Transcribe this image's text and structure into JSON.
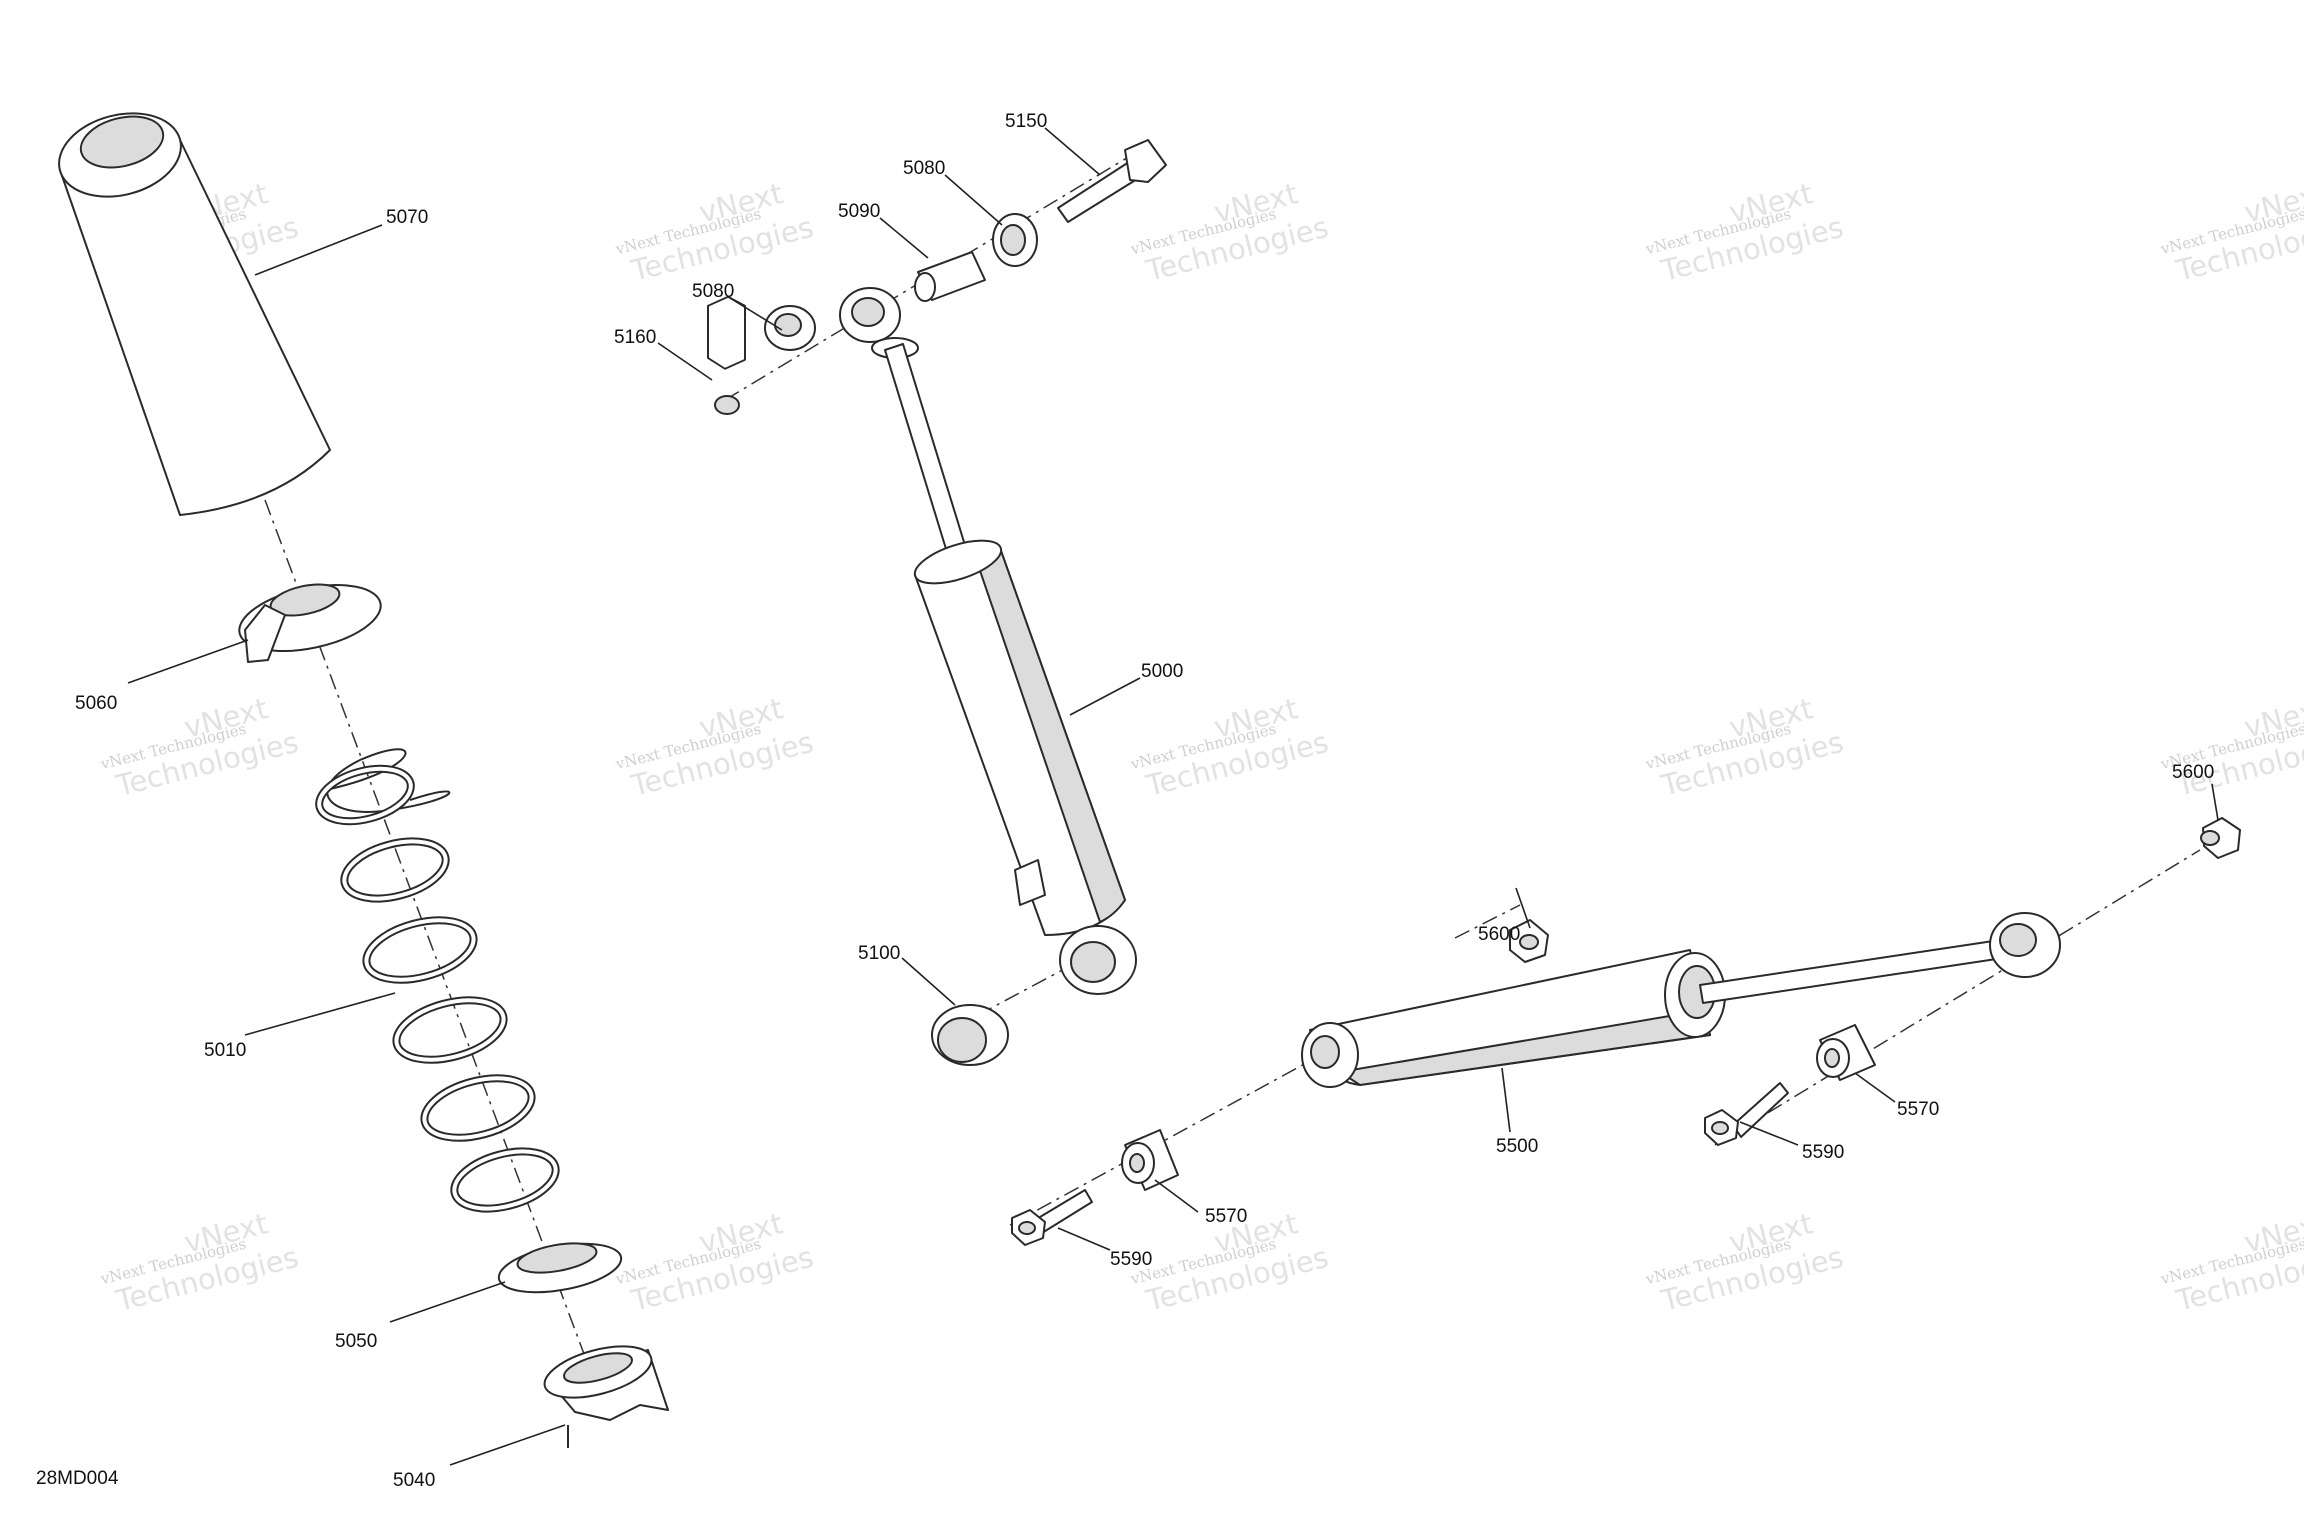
{
  "figure_code": "28MD004",
  "watermark": {
    "line1": "vNext Technologies",
    "line2": "vNext",
    "line3": "Technologies"
  },
  "parts": {
    "p5000": "5000",
    "p5010": "5010",
    "p5040": "5040",
    "p5050": "5050",
    "p5060": "5060",
    "p5070": "5070",
    "p5080_a": "5080",
    "p5080_b": "5080",
    "p5090": "5090",
    "p5100": "5100",
    "p5150": "5150",
    "p5160": "5160",
    "p5500": "5500",
    "p5570_a": "5570",
    "p5570_b": "5570",
    "p5590_a": "5590",
    "p5590_b": "5590",
    "p5600_a": "5600",
    "p5600_b": "5600"
  }
}
